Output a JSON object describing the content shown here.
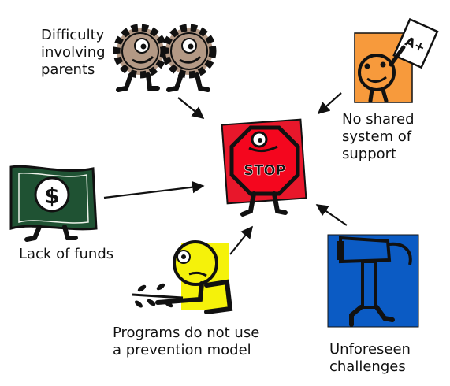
{
  "center": {
    "sign_text": "STOP"
  },
  "barriers": {
    "parents": {
      "lines": [
        "Difficulty",
        "involving",
        "parents"
      ]
    },
    "support": {
      "lines": [
        "No shared",
        "system of",
        "support"
      ],
      "badge_text": "A+"
    },
    "funds": {
      "lines": [
        "Lack of funds"
      ],
      "money_symbol": "$"
    },
    "prevention": {
      "lines": [
        "Programs do not use",
        "a prevention model"
      ]
    },
    "unforeseen": {
      "lines": [
        "Unforeseen",
        "challenges"
      ]
    }
  },
  "colors": {
    "stop_red": "#e8172b",
    "stop_face": "#f4061e",
    "cog_brown": "#b39985",
    "support_orange": "#f79a3c",
    "money_green": "#1f5233",
    "prevention_yellow": "#f5f20a",
    "unforeseen_blue": "#0b5bc4",
    "ink": "#111111"
  }
}
